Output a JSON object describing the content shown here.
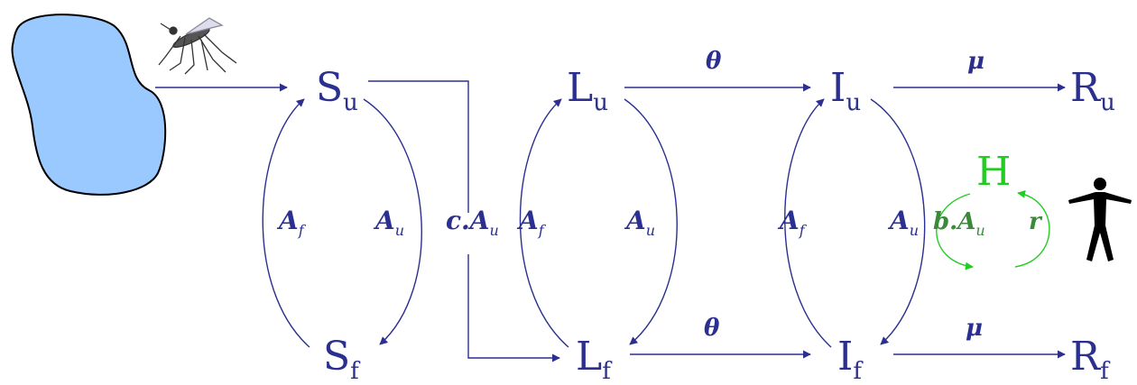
{
  "nodes": {
    "su": {
      "main": "S",
      "sub": "u"
    },
    "sf": {
      "main": "S",
      "sub": "f"
    },
    "lu": {
      "main": "L",
      "sub": "u"
    },
    "lf": {
      "main": "L",
      "sub": "f"
    },
    "iu": {
      "main": "I",
      "sub": "u"
    },
    "if": {
      "main": "I",
      "sub": "f"
    },
    "ru": {
      "main": "R",
      "sub": "u"
    },
    "rf": {
      "main": "R",
      "sub": "f"
    },
    "h": {
      "main": "H"
    }
  },
  "rates": {
    "af_main": "A",
    "af_sub": "f",
    "au_main": "A",
    "au_sub": "u",
    "cau_prefix": "c.",
    "cau_main": "A",
    "cau_sub": "u",
    "bau_prefix": "b.",
    "bau_main": "A",
    "bau_sub": "u",
    "theta": "θ",
    "mu": "μ",
    "r": "r"
  },
  "colors": {
    "primary": "#2b2f8f",
    "host": "#22cc22",
    "host_param": "#3a8a3a",
    "water": "#99c9ff"
  },
  "icons": [
    "water-source-icon",
    "mosquito-icon",
    "human-icon"
  ]
}
